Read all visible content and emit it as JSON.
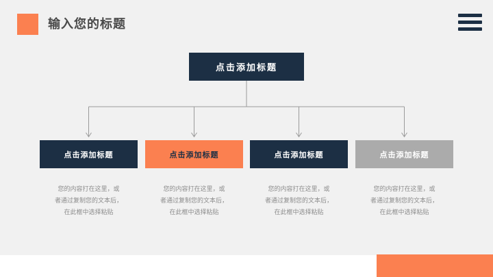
{
  "header": {
    "title": "输入您的标题",
    "accent_color": "#fb8050",
    "title_color": "#4a4a4a",
    "menu_icon": "hamburger-menu-icon"
  },
  "theme": {
    "background": "#f1f1f1",
    "navy": "#1c2f44",
    "orange": "#fb8050",
    "gray": "#ababab",
    "white": "#ffffff",
    "body_text": "#8c8c8c",
    "connector_line": "#9a9a9a"
  },
  "diagram": {
    "type": "org-chart",
    "root": {
      "label": "点击添加标题",
      "fill": "#1c2f44",
      "text_color": "#ffffff"
    },
    "children": [
      {
        "label": "点击添加标题",
        "fill": "#1c2f44",
        "text_color": "#ffffff",
        "body_lines": [
          "您的内容打在这里，或",
          "者通过复制您的文本后，",
          "在此框中选择粘贴"
        ]
      },
      {
        "label": "点击添加标题",
        "fill": "#fb8050",
        "text_color": "#1c2f44",
        "body_lines": [
          "您的内容打在这里，或",
          "者通过复制您的文本后，",
          "在此框中选择粘贴"
        ]
      },
      {
        "label": "点击添加标题",
        "fill": "#1c2f44",
        "text_color": "#ffffff",
        "body_lines": [
          "您的内容打在这里，或",
          "者通过复制您的文本后，",
          "在此框中选择粘贴"
        ]
      },
      {
        "label": "点击添加标题",
        "fill": "#ababab",
        "text_color": "#ffffff",
        "body_lines": [
          "您的内容打在这里，或",
          "者通过复制您的文本后，",
          "在此框中选择粘贴"
        ]
      }
    ]
  },
  "footer": {
    "accent_color": "#fb8050",
    "strip_color": "#ffffff"
  }
}
